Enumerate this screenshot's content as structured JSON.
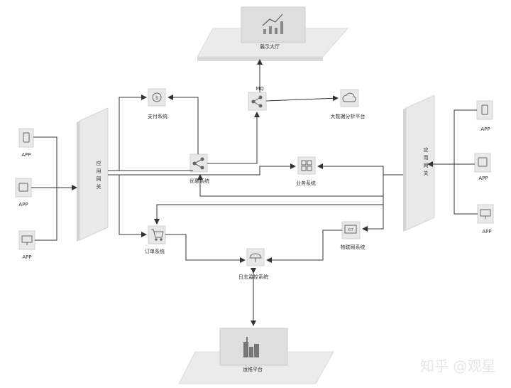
{
  "nodes": {
    "display_hall": "展示大厅",
    "mq": "MQ",
    "payment": "支付系统",
    "bigdata": "大数据分析平台",
    "coupon": "优惠系统",
    "business": "业务系统",
    "order": "订单系统",
    "iot": "物联网系统",
    "log": "日志监控系统",
    "ops": "运维平台",
    "gateway_left": [
      "应",
      "用",
      "网",
      "关"
    ],
    "gateway_right": [
      "应",
      "用",
      "网",
      "关"
    ],
    "app_label": "APP",
    "iot_icon_text": "IOT"
  },
  "watermark": "知乎 @观星",
  "colors": {
    "line": "#333333",
    "node_fill": "#e8e8e8",
    "panel_fill": "#e9e9e9"
  }
}
